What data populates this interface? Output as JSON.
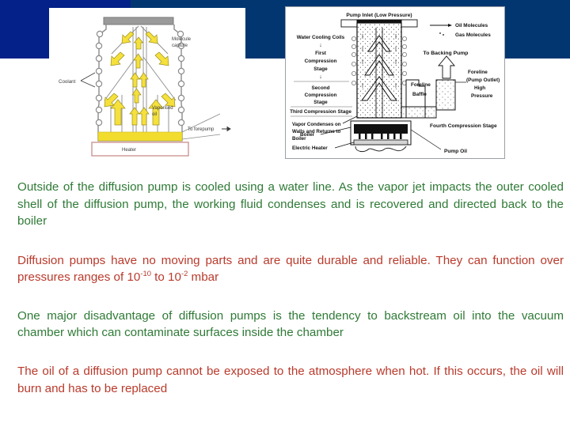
{
  "slide": {
    "banner": {
      "left_color": "#042189",
      "right_color": "#013671"
    },
    "background": "#ffffff"
  },
  "figure_left": {
    "name": "diffusion-pump-schematic-left",
    "labels": {
      "molecule_capture": "Molecule capture",
      "coolant": "Coolant",
      "vaporised_oil": "Vaporised oil",
      "to_forepump": "To forepump",
      "heater": "Heater"
    },
    "colors": {
      "arrow_fill": "#f5e03c",
      "arrow_stroke": "#7c7c22",
      "oil_bed": "#f2dd2f",
      "heater_box_border": "#c98d8d",
      "body_stroke": "#8b8b8b",
      "top_flange": "#9a9a9a"
    }
  },
  "figure_right": {
    "name": "diffusion-pump-schematic-right",
    "labels": {
      "pump_inlet": "Pump Inlet (Low Pressure)",
      "water_cooling_coils": "Water Cooling Coils",
      "first_compression_stage": "First Compression Stage",
      "second_compression_stage": "Second Compression Stage",
      "third_compression_stage": "Third Compression Stage",
      "fourth_compression_stage": "Fourth Compression Stage",
      "vapor_condenses": "Vapor Condenses on Walls and Returns to Boiler",
      "boiler": "Boiler",
      "electric_heater": "Electric Heater",
      "pump_oil": "Pump Oil",
      "foreline_baffle": "Foreline Baffle",
      "to_backing_pump": "To Backing Pump",
      "foreline_pump_outlet": "Foreline (Pump Outlet) High Pressure",
      "legend_oil_molecules": "Oil Molecules",
      "legend_gas_molecules": "Gas Molecules",
      "arrow_down": "↓",
      "arrow_up": "↑"
    },
    "colors": {
      "stroke": "#1b1b1b",
      "border": "#9aa0a6",
      "boiler_fill": "#111111"
    }
  },
  "content": {
    "paragraphs": [
      {
        "id": "p1",
        "color": "green",
        "text": "Outside of the diffusion pump is cooled using a water line. As the vapor jet impacts the outer cooled shell of the diffusion pump, the working fluid condenses and is recovered and directed back to the boiler"
      },
      {
        "id": "p2",
        "color": "red",
        "text_before": "Diffusion pumps have no moving parts and are quite durable and reliable. They can function over pressures ranges of 10",
        "sup1": "-10",
        "text_middle": " to 10",
        "sup2": "-2",
        "text_after": " mbar"
      },
      {
        "id": "p3",
        "color": "green",
        "text": "One major disadvantage of diffusion pumps is the tendency to backstream oil into the vacuum chamber which can contaminate surfaces inside the chamber"
      },
      {
        "id": "p4",
        "color": "red",
        "text": "The oil of a diffusion pump cannot be exposed to the atmosphere when hot. If this occurs, the oil will burn and has to be replaced"
      }
    ],
    "text_colors": {
      "green": "#2f7a36",
      "red": "#b93a2c"
    }
  }
}
